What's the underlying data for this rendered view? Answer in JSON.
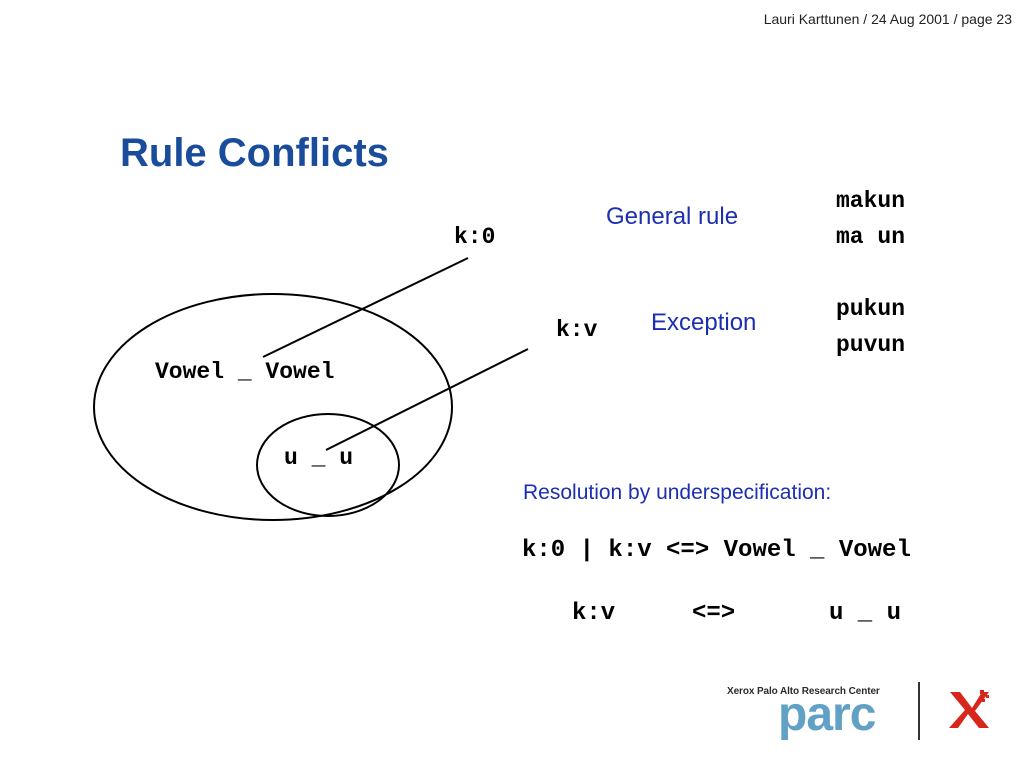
{
  "header": {
    "text": "Lauri Karttunen / 24 Aug 2001 / page 23"
  },
  "title": "Rule Conflicts",
  "diagram": {
    "outer_label": "Vowel _ Vowel",
    "inner_label": "u _ u",
    "pointer_general": "k:0",
    "pointer_exception": "k:v"
  },
  "examples": {
    "general_label": "General rule",
    "exception_label": "Exception",
    "general_words": [
      "makun",
      "ma un"
    ],
    "exception_words": [
      "pukun",
      "puvun"
    ]
  },
  "resolution": {
    "heading": "Resolution by underspecification:",
    "rule1": "k:0 | k:v <=> Vowel _ Vowel",
    "rule2": {
      "left": "k:v",
      "op": "<=>",
      "right": "u _ u"
    }
  },
  "logo": {
    "caption": "Xerox Palo Alto Research Center",
    "word": "parc",
    "mark": "xerox-x-icon",
    "colors": {
      "word": "#62a1c6",
      "mark": "#d9261c"
    }
  },
  "colors": {
    "title": "#1a4c9c",
    "labels": "#1c2fb0"
  }
}
